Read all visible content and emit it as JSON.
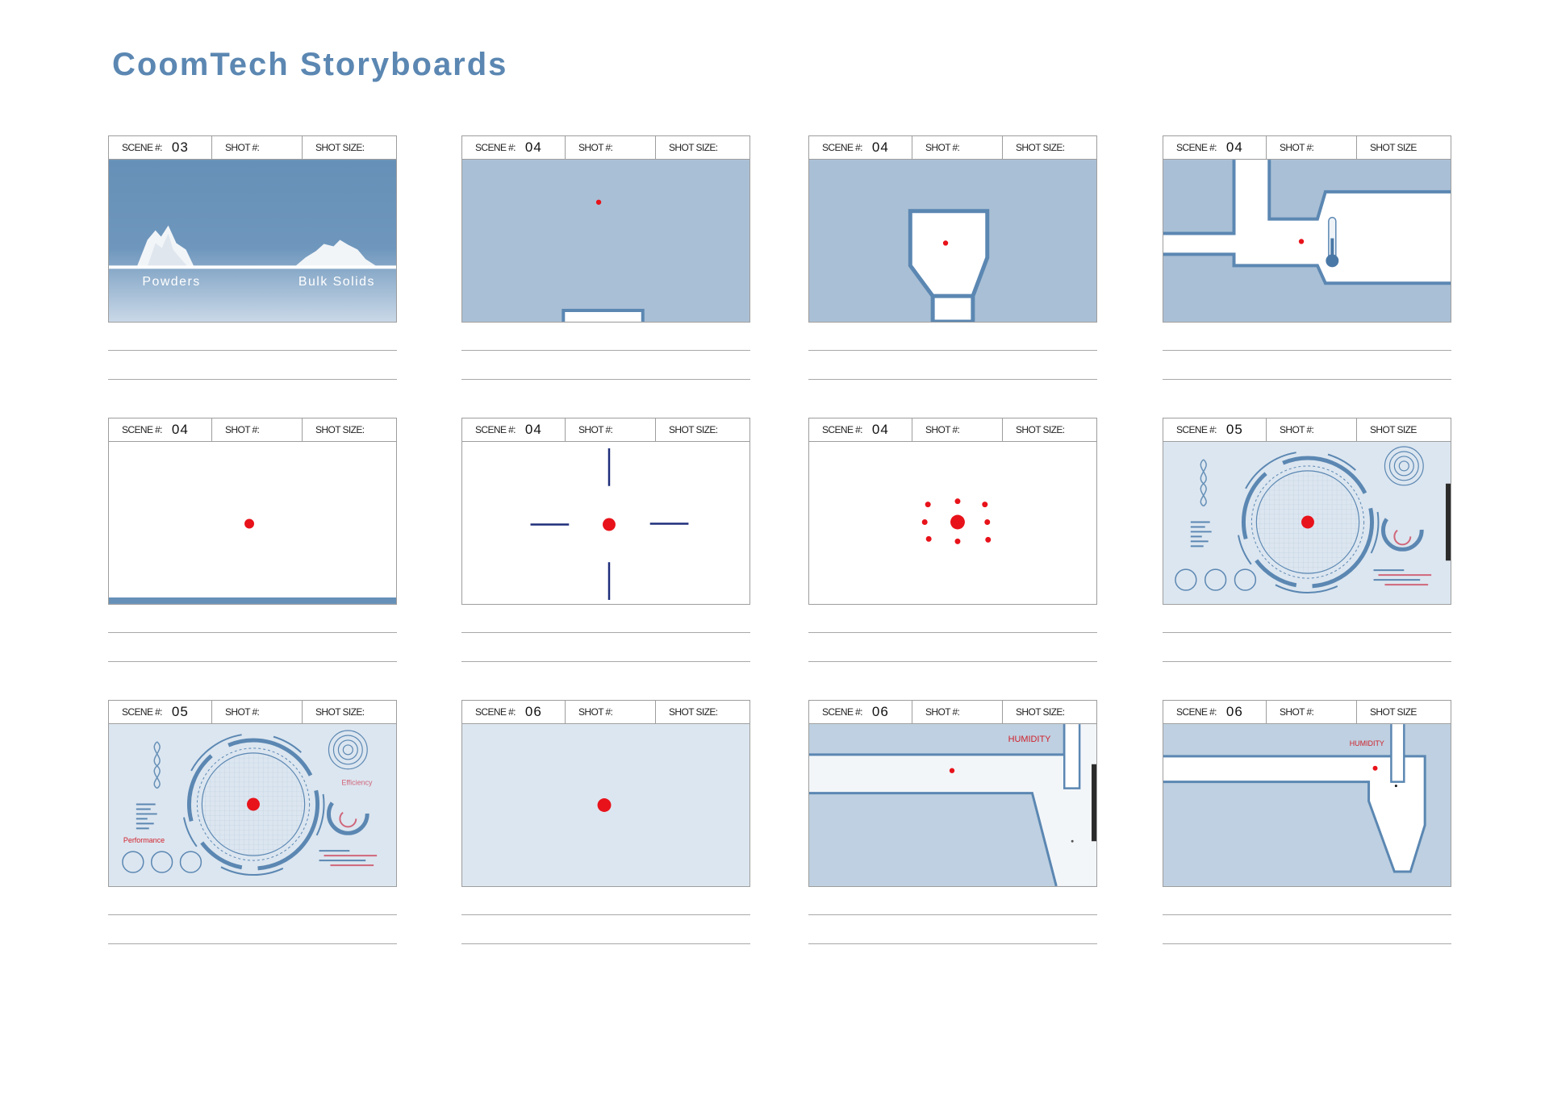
{
  "title": "CoomTech Storyboards",
  "header_labels": {
    "scene": "SCENE #:",
    "shot": "SHOT #:",
    "size": "SHOT SIZE:",
    "size_alt": "SHOT SIZE"
  },
  "colors": {
    "accent": "#5b87b2",
    "red": "#e8121a",
    "navy": "#1f2e7a"
  },
  "panels": [
    {
      "scene": "03",
      "shot": "",
      "size_label": "SHOT SIZE:",
      "labels": [
        "Powders",
        "Bulk Solids"
      ]
    },
    {
      "scene": "04",
      "shot": "",
      "size_label": "SHOT SIZE:",
      "labels": []
    },
    {
      "scene": "04",
      "shot": "",
      "size_label": "SHOT SIZE:",
      "labels": []
    },
    {
      "scene": "04",
      "shot": "",
      "size_label": "SHOT SIZE",
      "labels": [],
      "icon": "thermometer-icon"
    },
    {
      "scene": "04",
      "shot": "",
      "size_label": "SHOT SIZE:",
      "labels": []
    },
    {
      "scene": "04",
      "shot": "",
      "size_label": "SHOT SIZE:",
      "labels": []
    },
    {
      "scene": "04",
      "shot": "",
      "size_label": "SHOT SIZE:",
      "labels": []
    },
    {
      "scene": "05",
      "shot": "",
      "size_label": "SHOT SIZE",
      "labels": []
    },
    {
      "scene": "05",
      "shot": "",
      "size_label": "SHOT SIZE:",
      "labels": [
        "Efficiency",
        "Performance"
      ]
    },
    {
      "scene": "06",
      "shot": "",
      "size_label": "SHOT SIZE:",
      "labels": []
    },
    {
      "scene": "06",
      "shot": "",
      "size_label": "SHOT SIZE:",
      "labels": [
        "HUMIDITY"
      ]
    },
    {
      "scene": "06",
      "shot": "",
      "size_label": "SHOT SIZE",
      "labels": [
        "HUMIDITY"
      ]
    }
  ]
}
